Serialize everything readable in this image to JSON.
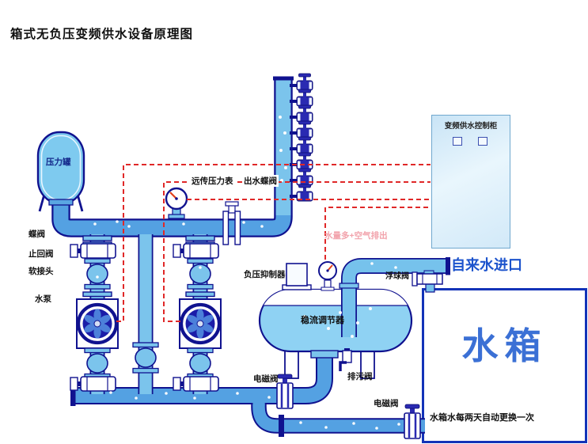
{
  "title": "箱式无负压变频供水设备原理图",
  "labels": {
    "pressure_tank": "压力罐",
    "butterfly_valve": "蝶阀",
    "check_valve": "止回阀",
    "flexible_joint": "软接头",
    "water_pump": "水泵",
    "remote_pressure_gauge": "远传压力表",
    "outlet_butterfly_valve": "出水蝶阀",
    "negative_pressure_suppressor": "负压抑制器",
    "flow_regulator": "稳流调节器",
    "drain_valve": "排污阀",
    "solenoid_valve": "电磁阀",
    "float_valve": "浮球阀",
    "air_discharge_note": "水量多+空气排出"
  },
  "control_cabinet": {
    "label": "变频供水控制柜"
  },
  "water_tank": {
    "name": "水箱",
    "inlet_label": "自来水进口",
    "note": "水箱水每两天自动更换一次"
  },
  "colors": {
    "pipe_fill": "#54A1E2",
    "pipe_light": "#7BC4EC",
    "pipe_border": "#10128F",
    "water_fill": "#8FD2F3",
    "signal_line": "#E02828",
    "tank_border": "#1333B8",
    "tank_text": "#3B70D5",
    "inlet_text": "#1C53CC",
    "air_note": "#F2A3AC"
  }
}
